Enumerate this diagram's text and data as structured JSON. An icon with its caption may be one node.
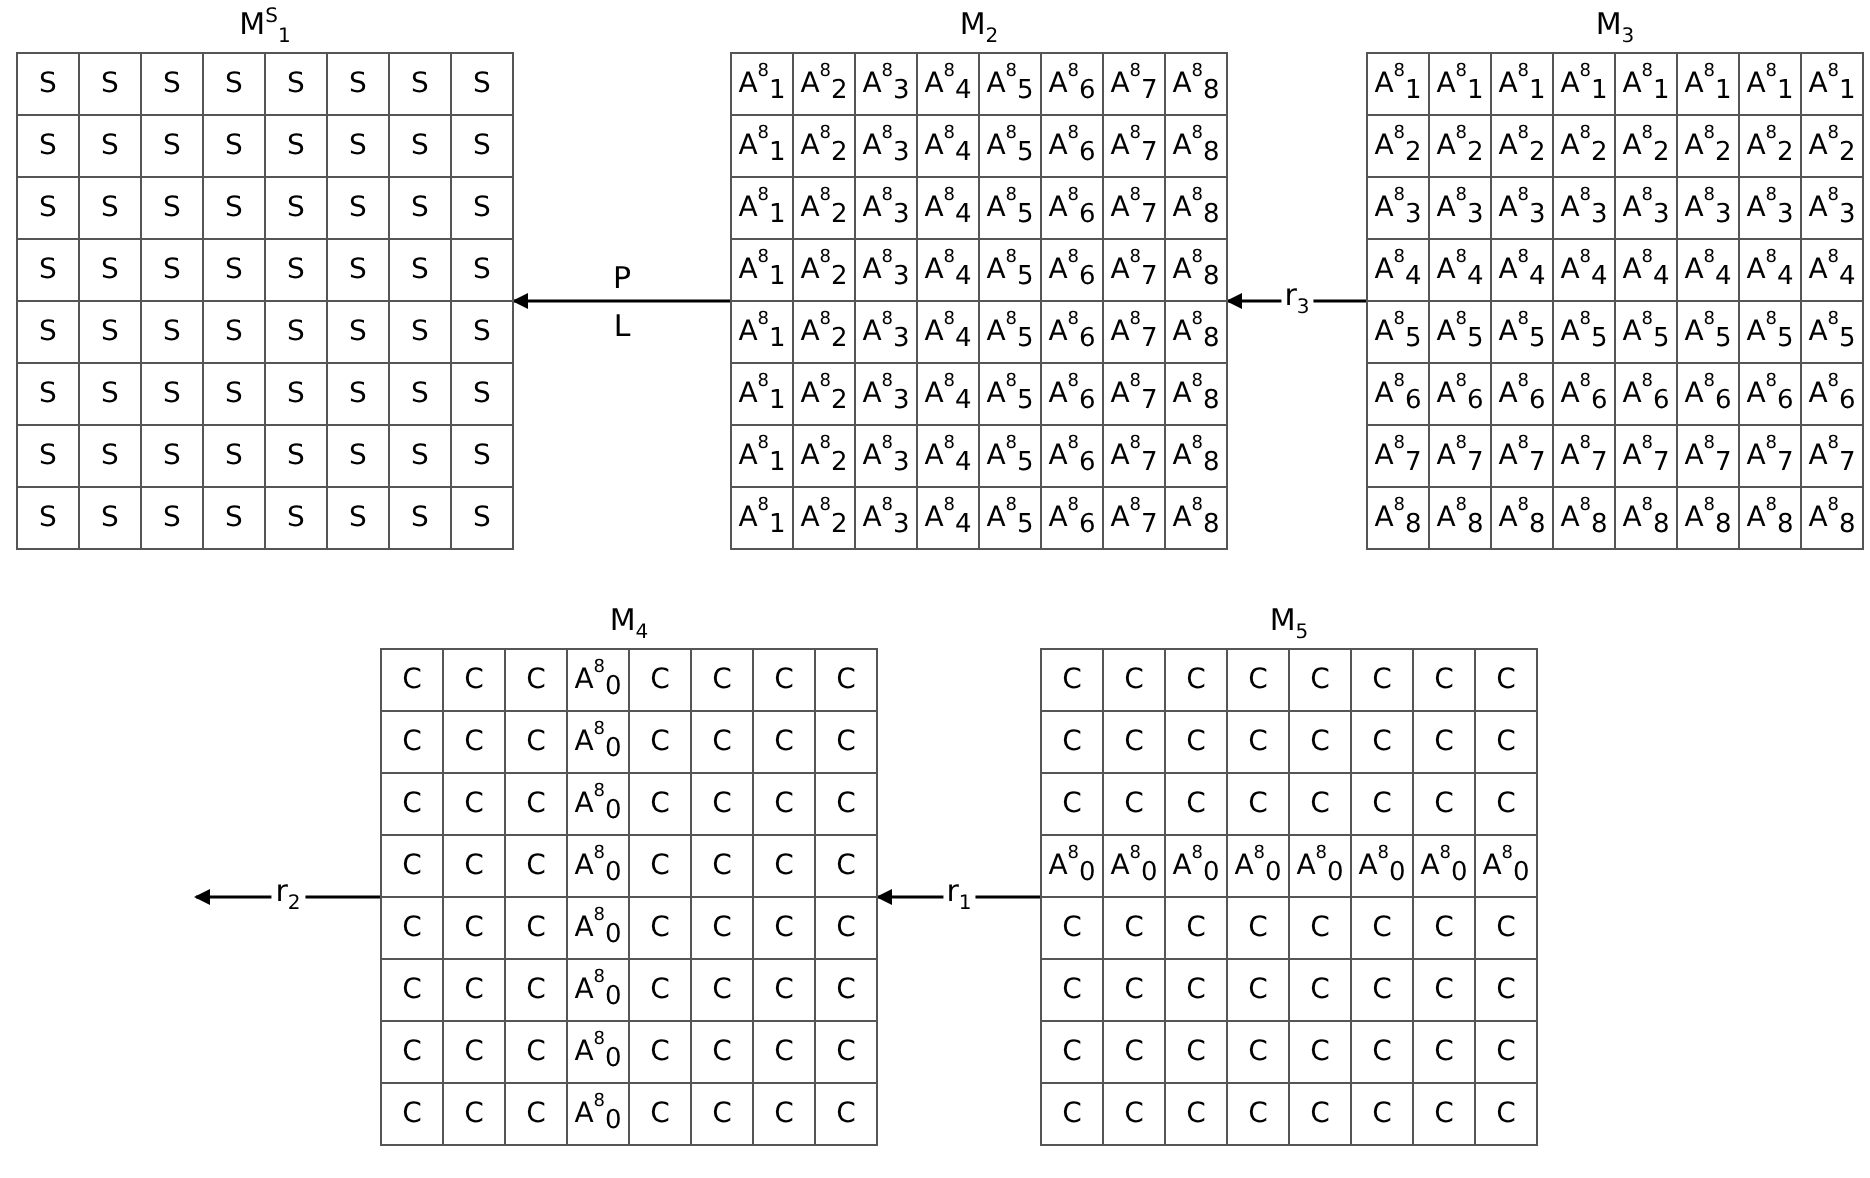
{
  "diagram": {
    "nodes": [
      {
        "text": [
          "M$^{S}$$_{1}$",
          "S",
          "S",
          "S",
          "S",
          "S",
          "S",
          "S",
          "S",
          "S",
          "S",
          "S",
          "S",
          "S",
          "S",
          "S",
          "S",
          "S",
          "S",
          "S",
          "S",
          "S",
          "S",
          "S",
          "S",
          "S",
          "S",
          "S",
          "S",
          "S",
          "S",
          "S",
          "S",
          "S",
          "S",
          "S",
          "S",
          "S",
          "S",
          "S",
          "S",
          "S",
          "S",
          "S",
          "S",
          "S",
          "S",
          "S",
          "S",
          "S",
          "S",
          "S",
          "S",
          "S",
          "S",
          "S",
          "S",
          "S",
          "S",
          "S",
          "S",
          "S",
          "S",
          "S",
          "S"
        ]
      },
      {
        "text": [
          "M$_{2}$",
          "A$^{8}$$_{1}$",
          "A$^{8}$$_{2}$",
          "A$^{8}$$_{3}$",
          "A$^{8}$$_{4}$",
          "A$^{8}$$_{5}$",
          "A$^{8}$$_{6}$",
          "A$^{8}$$_{7}$",
          "A$^{8}$$_{8}$",
          "A$^{8}$$_{1}$",
          "A$^{8}$$_{2}$",
          "A$^{8}$$_{3}$",
          "A$^{8}$$_{4}$",
          "A$^{8}$$_{5}$",
          "A$^{8}$$_{6}$",
          "A$^{8}$$_{7}$",
          "A$^{8}$$_{8}$",
          "A$^{8}$$_{1}$",
          "A$^{8}$$_{2}$",
          "A$^{8}$$_{3}$",
          "A$^{8}$$_{4}$",
          "A$^{8}$$_{5}$",
          "A$^{8}$$_{6}$",
          "A$^{8}$$_{7}$",
          "A$^{8}$$_{8}$",
          "A$^{8}$$_{1}$",
          "A$^{8}$$_{2}$",
          "A$^{8}$$_{3}$",
          "A$^{8}$$_{4}$",
          "A$^{8}$$_{5}$",
          "A$^{8}$$_{6}$",
          "A$^{8}$$_{7}$",
          "A$^{8}$$_{8}$",
          "A$^{8}$$_{1}$",
          "A$^{8}$$_{2}$",
          "A$^{8}$$_{3}$",
          "A$^{8}$$_{4}$",
          "A$^{8}$$_{5}$",
          "A$^{8}$$_{6}$",
          "A$^{8}$$_{7}$",
          "A$^{8}$$_{8}$",
          "A$^{8}$$_{1}$",
          "A$^{8}$$_{2}$",
          "A$^{8}$$_{3}$",
          "A$^{8}$$_{4}$",
          "A$^{8}$$_{5}$",
          "A$^{8}$$_{6}$",
          "A$^{8}$$_{7}$",
          "A$^{8}$$_{8}$",
          "A$^{8}$$_{1}$",
          "A$^{8}$$_{2}$",
          "A$^{8}$$_{3}$",
          "A$^{8}$$_{4}$",
          "A$^{8}$$_{5}$",
          "A$^{8}$$_{6}$",
          "A$^{8}$$_{7}$",
          "A$^{8}$$_{8}$",
          "A$^{8}$$_{1}$",
          "A$^{8}$$_{2}$",
          "A$^{8}$$_{3}$",
          "A$^{8}$$_{4}$",
          "A$^{8}$$_{5}$",
          "A$^{8}$$_{6}$",
          "A$^{8}$$_{7}$",
          "A$^{8}$$_{8}$"
        ]
      },
      {
        "text": [
          "M$_{3}$",
          "A$^{8}$$_{1}$",
          "A$^{8}$$_{1}$",
          "A$^{8}$$_{1}$",
          "A$^{8}$$_{1}$",
          "A$^{8}$$_{1}$",
          "A$^{8}$$_{1}$",
          "A$^{8}$$_{1}$",
          "A$^{8}$$_{1}$",
          "A$^{8}$$_{2}$",
          "A$^{8}$$_{2}$",
          "A$^{8}$$_{2}$",
          "A$^{8}$$_{2}$",
          "A$^{8}$$_{2}$",
          "A$^{8}$$_{2}$",
          "A$^{8}$$_{2}$",
          "A$^{8}$$_{2}$",
          "A$^{8}$$_{3}$",
          "A$^{8}$$_{3}$",
          "A$^{8}$$_{3}$",
          "A$^{8}$$_{3}$",
          "A$^{8}$$_{3}$",
          "A$^{8}$$_{3}$",
          "A$^{8}$$_{3}$",
          "A$^{8}$$_{3}$",
          "A$^{8}$$_{4}$",
          "A$^{8}$$_{4}$",
          "A$^{8}$$_{4}$",
          "A$^{8}$$_{4}$",
          "A$^{8}$$_{4}$",
          "A$^{8}$$_{4}$",
          "A$^{8}$$_{4}$",
          "A$^{8}$$_{4}$",
          "A$^{8}$$_{5}$",
          "A$^{8}$$_{5}$",
          "A$^{8}$$_{5}$",
          "A$^{8}$$_{5}$",
          "A$^{8}$$_{5}$",
          "A$^{8}$$_{5}$",
          "A$^{8}$$_{5}$",
          "A$^{8}$$_{5}$",
          "A$^{8}$$_{6}$",
          "A$^{8}$$_{6}$",
          "A$^{8}$$_{6}$",
          "A$^{8}$$_{6}$",
          "A$^{8}$$_{6}$",
          "A$^{8}$$_{6}$",
          "A$^{8}$$_{6}$",
          "A$^{8}$$_{6}$",
          "A$^{8}$$_{7}$",
          "A$^{8}$$_{7}$",
          "A$^{8}$$_{7}$",
          "A$^{8}$$_{7}$",
          "A$^{8}$$_{7}$",
          "A$^{8}$$_{7}$",
          "A$^{8}$$_{7}$",
          "A$^{8}$$_{7}$",
          "A$^{8}$$_{8}$",
          "A$^{8}$$_{8}$",
          "A$^{8}$$_{8}$",
          "A$^{8}$$_{8}$",
          "A$^{8}$$_{8}$",
          "A$^{8}$$_{8}$",
          "A$^{8}$$_{8}$",
          "A$^{8}$$_{8}$"
        ]
      },
      {
        "text": [
          "M$_{4}$",
          "C",
          "C",
          "C",
          "A$^{8}$$_{0}$",
          "C",
          "C",
          "C",
          "C",
          "C",
          "C",
          "C",
          "A$^{8}$$_{0}$",
          "C",
          "C",
          "C",
          "C",
          "C",
          "C",
          "C",
          "A$^{8}$$_{0}$",
          "C",
          "C",
          "C",
          "C",
          "C",
          "C",
          "C",
          "A$^{8}$$_{0}$",
          "C",
          "C",
          "C",
          "C",
          "C",
          "C",
          "C",
          "A$^{8}$$_{0}$",
          "C",
          "C",
          "C",
          "C",
          "C",
          "C",
          "C",
          "A$^{8}$$_{0}$",
          "C",
          "C",
          "C",
          "C",
          "C",
          "C",
          "C",
          "A$^{8}$$_{0}$",
          "C",
          "C",
          "C",
          "C",
          "C",
          "C",
          "C",
          "A$^{8}$$_{0}$",
          "C",
          "C",
          "C",
          "C"
        ]
      },
      {
        "text": [
          "M$_{5}$",
          "C",
          "C",
          "C",
          "C",
          "C",
          "C",
          "C",
          "C",
          "C",
          "C",
          "C",
          "C",
          "C",
          "C",
          "C",
          "C",
          "C",
          "C",
          "C",
          "C",
          "C",
          "C",
          "C",
          "C",
          "A$^{8}$$_{0}$",
          "A$^{8}$$_{0}$",
          "A$^{8}$$_{0}$",
          "A$^{8}$$_{0}$",
          "A$^{8}$$_{0}$",
          "A$^{8}$$_{0}$",
          "A$^{8}$$_{0}$",
          "A$^{8}$$_{0}$",
          "C",
          "C",
          "C",
          "C",
          "C",
          "C",
          "C",
          "C",
          "C",
          "C",
          "C",
          "C",
          "C",
          "C",
          "C",
          "C",
          "C",
          "C",
          "C",
          "C",
          "C",
          "C",
          "C",
          "C",
          "C",
          "C",
          "C",
          "C",
          "C",
          "C",
          "C",
          "C"
        ]
      }
    ],
    "edges": [
      {
        "from": 1,
        "to": 0,
        "arrow": "to",
        "label": "P"
      },
      {
        "from": 2,
        "to": 1,
        "arrow": "to",
        "label": "r$_{3}$"
      },
      {
        "from": 4,
        "to": 3,
        "arrow": "to",
        "label": "r$_{1}$"
      },
      {
        "from": 3,
        "to": null,
        "arrow": "to",
        "label": "r$_{2}$"
      }
    ],
    "labels": [
      "L"
    ]
  }
}
